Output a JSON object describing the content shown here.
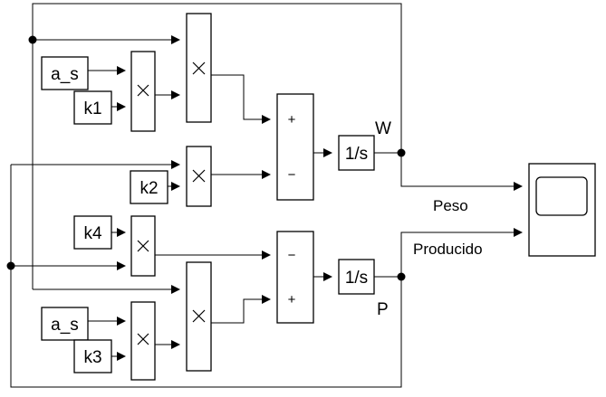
{
  "blocks": {
    "const_as_top": "a_s",
    "const_k1": "k1",
    "const_k2": "k2",
    "const_k4": "k4",
    "const_as_bottom": "a_s",
    "const_k3": "k3",
    "integrator_top": "1/s",
    "integrator_bottom": "1/s"
  },
  "sum_top": {
    "sign_1": "+",
    "sign_2": "−"
  },
  "sum_bottom": {
    "sign_1": "−",
    "sign_2": "+"
  },
  "signals": {
    "w": "W",
    "p": "P",
    "peso": "Peso",
    "producido": "Producido"
  },
  "icons": {
    "product": "multiply-icon",
    "scope": "scope-screen-icon"
  }
}
